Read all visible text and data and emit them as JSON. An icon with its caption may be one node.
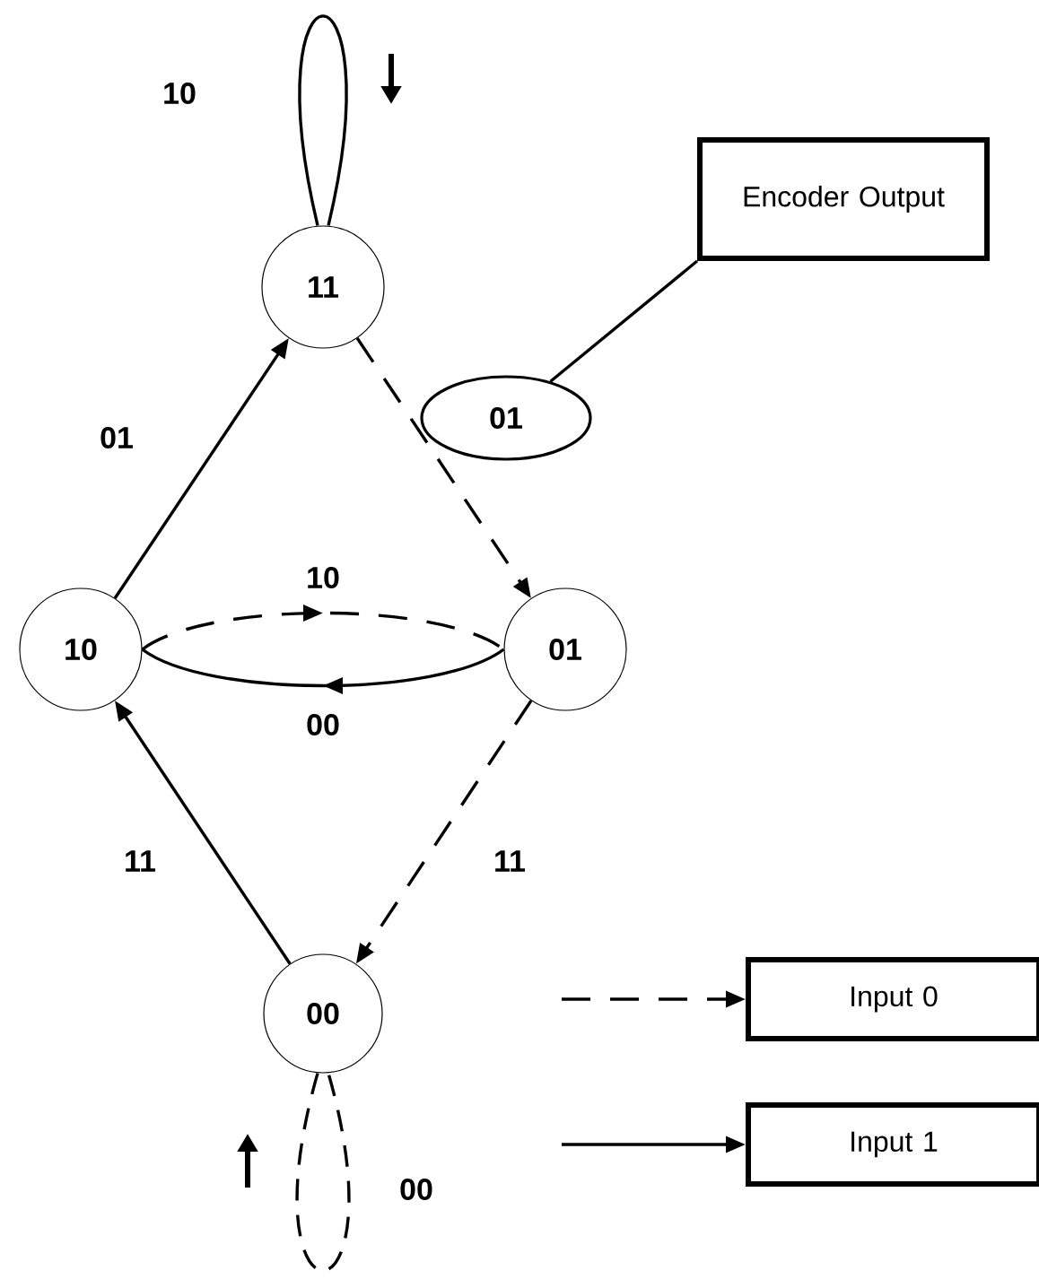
{
  "diagram": {
    "nodes": [
      {
        "text": [
          "11"
        ]
      },
      {
        "text": [
          "Encoder Output"
        ]
      },
      {
        "text": [
          "01"
        ]
      },
      {
        "text": [
          "10"
        ]
      },
      {
        "text": [
          "01"
        ]
      },
      {
        "text": [
          "00"
        ]
      },
      {
        "text": [
          "Input 0"
        ]
      },
      {
        "text": [
          "Input 1"
        ]
      }
    ],
    "edges": [
      {
        "from": 0,
        "to": 0,
        "arrow": "none",
        "label": "10"
      },
      {
        "from": 0,
        "to": 4,
        "arrow": "to",
        "style": "dashed"
      },
      {
        "from": 3,
        "to": 0,
        "arrow": "to",
        "label": "01"
      },
      {
        "from": 3,
        "to": 4,
        "arrow": "to",
        "label": "10",
        "style": "dashed"
      },
      {
        "from": 4,
        "to": 3,
        "arrow": "to",
        "label": "00"
      },
      {
        "from": 5,
        "to": 3,
        "arrow": "to",
        "label": "11"
      },
      {
        "from": 4,
        "to": 5,
        "arrow": "to",
        "label": "11",
        "style": "dashed"
      },
      {
        "from": 5,
        "to": 5,
        "arrow": "none",
        "label": "00",
        "style": "dashed"
      },
      {
        "from": 1,
        "to": 2,
        "arrow": "none"
      },
      {
        "from": null,
        "to": 6,
        "arrow": "to",
        "style": "dashed"
      },
      {
        "from": null,
        "to": 7,
        "arrow": "to"
      }
    ]
  }
}
